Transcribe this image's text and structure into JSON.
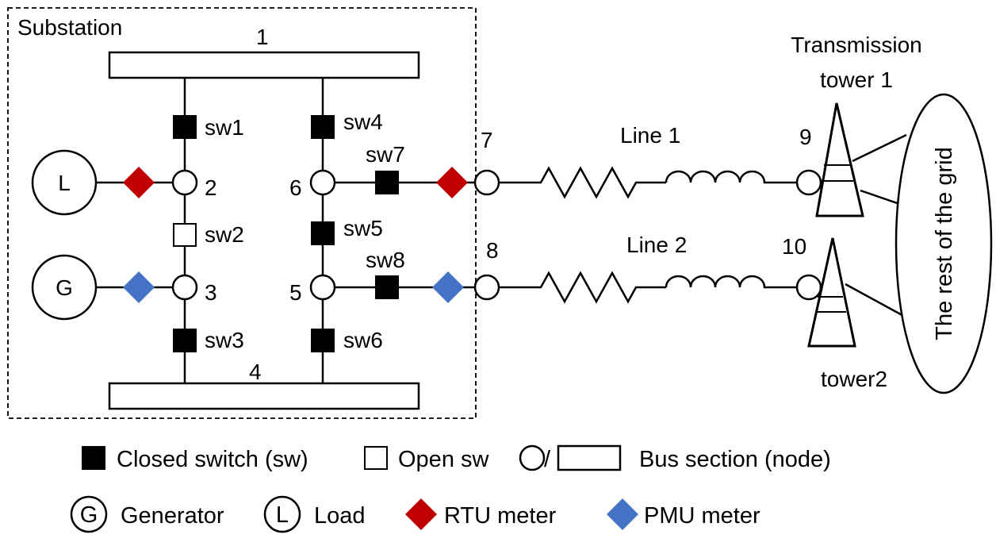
{
  "substation": {
    "label": "Substation"
  },
  "buses": {
    "b1": "1",
    "b4": "4"
  },
  "nodes": {
    "n2": "2",
    "n3": "3",
    "n5": "5",
    "n6": "6",
    "n7": "7",
    "n8": "8",
    "n9": "9",
    "n10": "10"
  },
  "switches": {
    "sw1": {
      "label": "sw1",
      "state": "closed"
    },
    "sw2": {
      "label": "sw2",
      "state": "open"
    },
    "sw3": {
      "label": "sw3",
      "state": "closed"
    },
    "sw4": {
      "label": "sw4",
      "state": "closed"
    },
    "sw5": {
      "label": "sw5",
      "state": "closed"
    },
    "sw6": {
      "label": "sw6",
      "state": "closed"
    },
    "sw7": {
      "label": "sw7",
      "state": "closed"
    },
    "sw8": {
      "label": "sw8",
      "state": "closed"
    }
  },
  "devices": {
    "load": "L",
    "generator": "G"
  },
  "lines": {
    "line1": "Line 1",
    "line2": "Line 2"
  },
  "towers": {
    "tower1_l1": "Transmission",
    "tower1_l2": "tower 1",
    "tower2": "tower2"
  },
  "grid": {
    "label": "The rest of the grid"
  },
  "legend": {
    "closed_switch": "Closed switch (sw)",
    "open_switch": "Open sw",
    "bus_slash": "/",
    "bus_section": "Bus section (node)",
    "generator_symbol": "G",
    "generator": "Generator",
    "load_symbol": "L",
    "load": "Load",
    "rtu": "RTU meter",
    "pmu": "PMU meter"
  },
  "colors": {
    "rtu": "#c00000",
    "pmu": "#4472c4",
    "closed_switch": "#000000",
    "open_switch": "#ffffff"
  }
}
